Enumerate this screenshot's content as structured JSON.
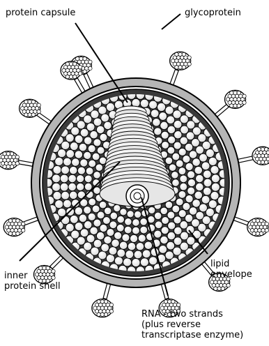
{
  "labels": {
    "protein_capsule": "protein capsule",
    "glycoprotein": "glycoprotein",
    "inner_protein_shell": "inner\nprotein shell",
    "lipid_envelope": "lipid\nenvelope",
    "rna": "RNA - two strands\n(plus reverse\ntranscriptase enzyme)"
  },
  "colors": {
    "outline": "#000000",
    "envelope_ring": "#b5b5b5",
    "interior": "#ffffff",
    "inner_band": "#3a3a3a",
    "capsule_sphere": "#ffffff",
    "glycoprotein_knob": "#ffffff"
  }
}
